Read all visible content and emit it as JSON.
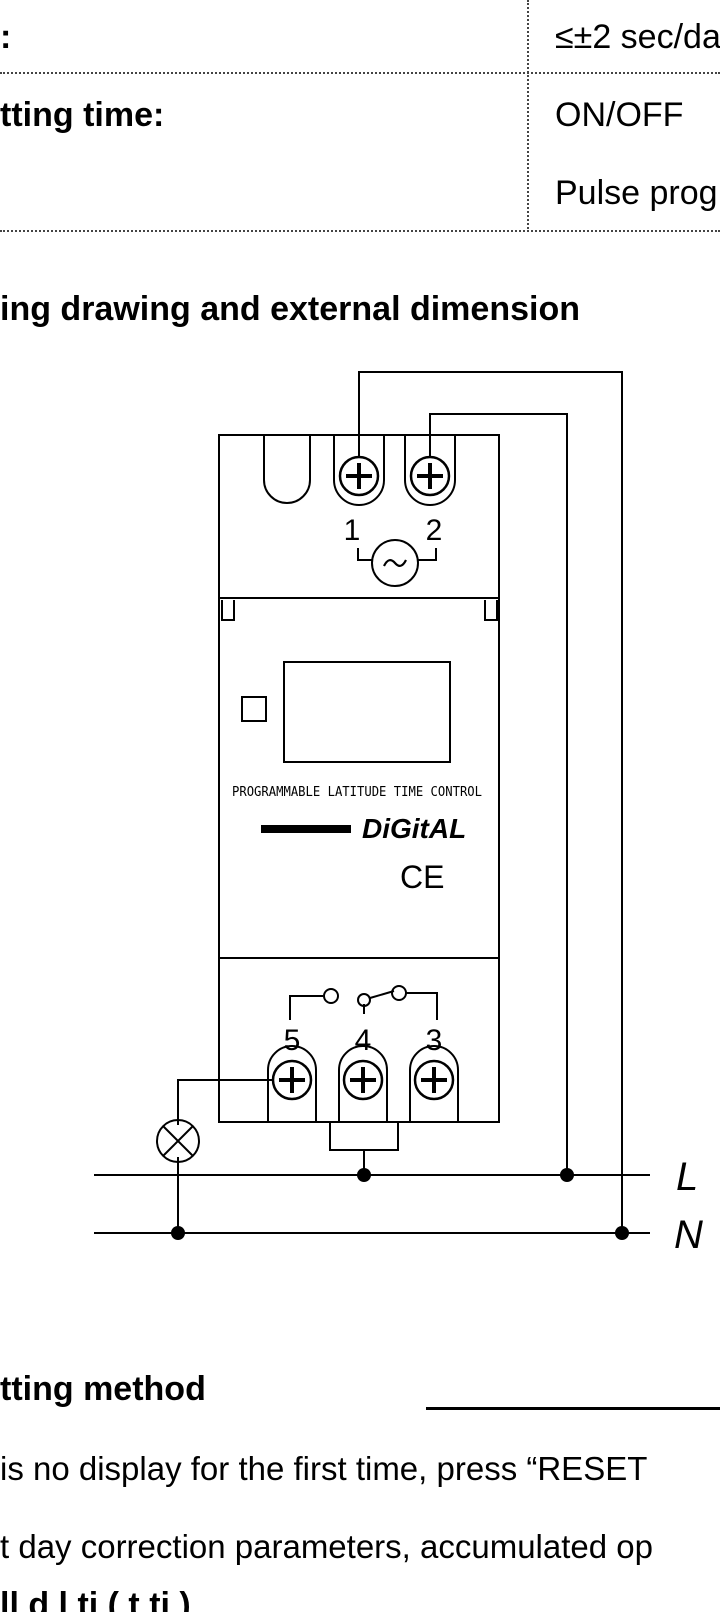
{
  "spec_table": {
    "rows": [
      {
        "label": ":",
        "values": [
          "≤±2 sec/da"
        ]
      },
      {
        "label": "tting time:",
        "values": [
          "ON/OFF",
          "Pulse prog"
        ]
      }
    ]
  },
  "wiring": {
    "heading": "ing drawing and external dimension",
    "device": {
      "panel_text": "PROGRAMMABLE LATITUDE TIME CONTROL",
      "brand": "DiGitAL",
      "mark": "CE"
    },
    "terminals_top": [
      "1",
      "2"
    ],
    "terminals_bottom": [
      "5",
      "4",
      "3"
    ],
    "lines": {
      "live": "L",
      "neutral": "N"
    }
  },
  "setting": {
    "heading": "tting method",
    "paragraphs": [
      "is no display for the first time, press “RESET",
      "t day correction parameters, accumulated op"
    ],
    "next_heading": "ll  d  l   ti  (   t ti  )"
  }
}
